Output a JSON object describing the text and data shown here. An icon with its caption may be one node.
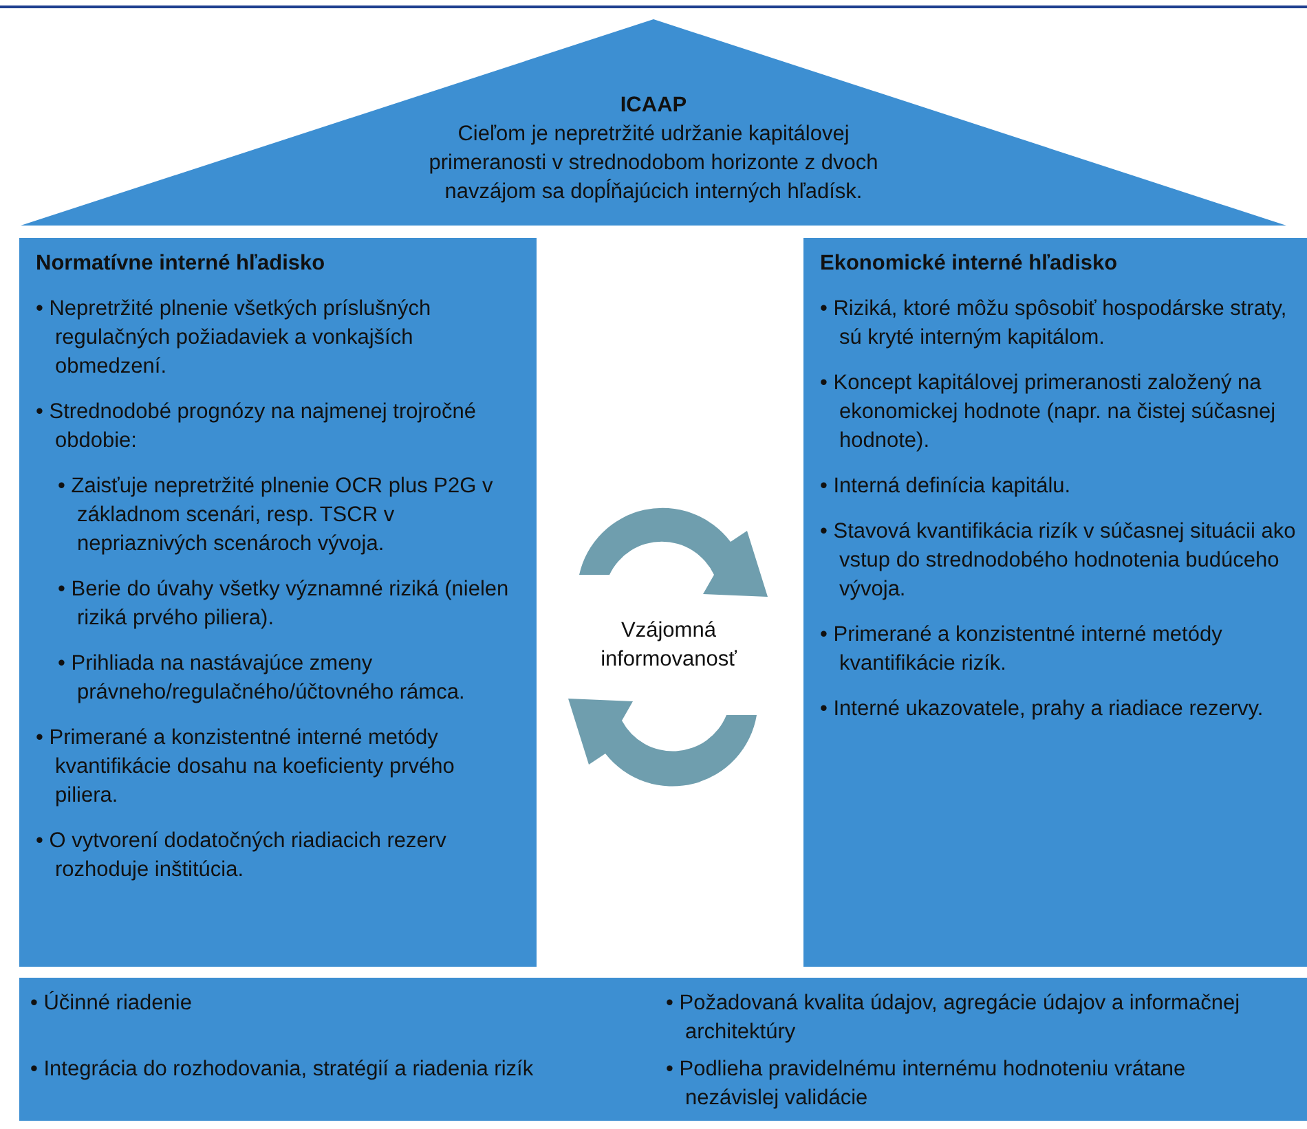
{
  "diagram": {
    "nodes": [
      {
        "text": [
          "ICAAP",
          "Cieľom je nepretržité udržanie kapitálovej primeranosti v strednodobom horizonte z dvoch navzájom sa dopĺňajúcich interných hľadísk."
        ]
      },
      {
        "text": [
          "Normatívne interné hľadisko",
          "• Nepretržité plnenie všetkých príslušných regulačných požiadaviek a vonkajších obmedzení.",
          "• Strednodobé prognózy na najmenej trojročné obdobie:",
          "• Zaisťuje nepretržité plnenie OCR plus P2G v základnom scenári, resp. TSCR v nepriaznivých scenároch vývoja.",
          "• Berie do úvahy všetky významné riziká (nielen riziká prvého piliera).",
          "• Prihliada na nastávajúce zmeny právneho/regulačného/účtovného rámca.",
          "• Primerané a konzistentné interné metódy kvantifikácie dosahu na koeficienty prvého piliera.",
          "• O vytvorení dodatočných riadiacich rezerv rozhoduje inštitúcia."
        ]
      },
      {
        "text": [
          "Ekonomické interné hľadisko",
          "• Riziká, ktoré môžu spôsobiť hospodárske straty, sú kryté interným kapitálom.",
          "• Koncept kapitálovej primeranosti založený na ekonomickej hodnote (napr. na čistej súčasnej hodnote).",
          "• Interná definícia kapitálu.",
          "• Stavová kvantifikácia rizík v súčasnej situácii ako vstup do strednodobého hodnotenia budúceho vývoja.",
          "• Primerané a konzistentné interné metódy kvantifikácie rizík.",
          "• Interné ukazovatele, prahy a riadiace rezervy."
        ]
      },
      {
        "text": [
          "• Účinné riadenie",
          "• Integrácia do rozhodovania, stratégií a riadenia rizík",
          "• Požadovaná kvalita údajov, agregácie údajov a informačnej architektúry",
          "• Podlieha pravidelnému internému hodnoteniu vrátane nezávislej validácie"
        ]
      }
    ],
    "labels": [
      "Vzájomná informovanosť"
    ]
  }
}
